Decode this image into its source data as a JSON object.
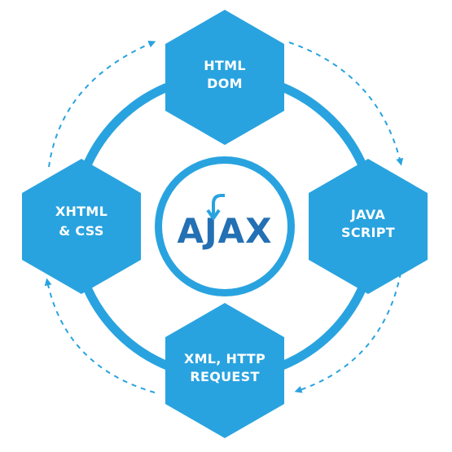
{
  "colors": {
    "primary": "#29a3df",
    "logo_blue": "#2370b4",
    "logo_arrow": "#29a3df",
    "background": "#ffffff"
  },
  "center": {
    "logo_text": "AJAX"
  },
  "nodes": {
    "top": {
      "line1": "HTML",
      "line2": "DOM"
    },
    "right": {
      "line1": "JAVA",
      "line2": "SCRIPT"
    },
    "bottom": {
      "line1": "XML, HTTP",
      "line2": "REQUEST"
    },
    "left": {
      "line1": "XHTML",
      "line2": "& CSS"
    }
  },
  "flow": {
    "direction": "clockwise",
    "arrow_style": "dashed"
  }
}
